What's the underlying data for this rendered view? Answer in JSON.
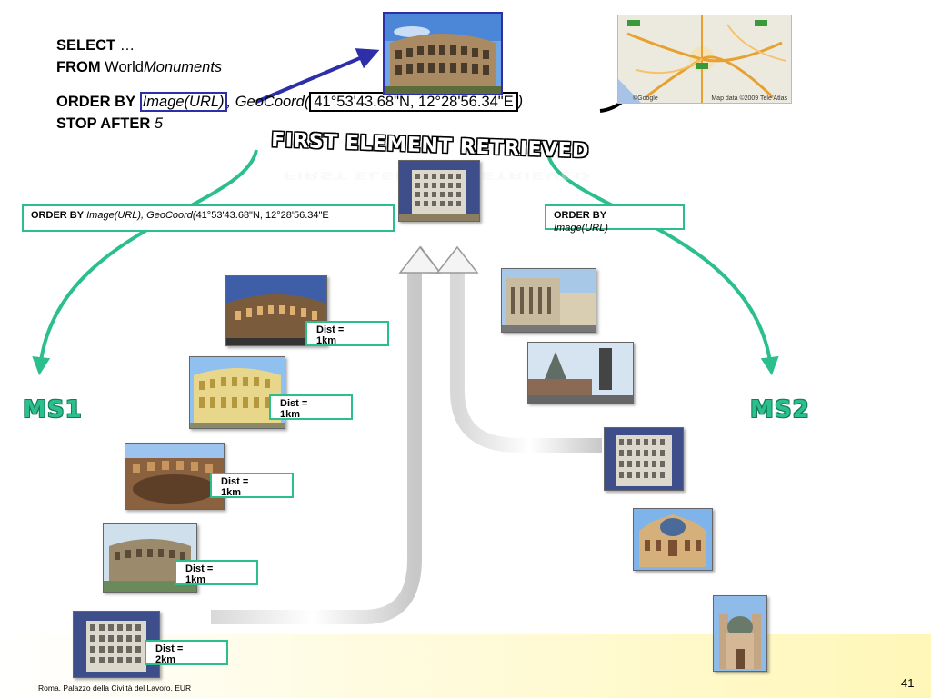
{
  "query": {
    "select_kw": "SELECT",
    "select_val": "…",
    "from_kw": "FROM",
    "from_val_plain": "World",
    "from_val_italic": "Monuments",
    "orderby_kw": "ORDER BY",
    "orderby_url": "Image(URL)",
    "orderby_sep": ", ",
    "orderby_geo": "GeoCoord",
    "orderby_open": "(",
    "orderby_coord": "41°53'43.68\"N, 12°28'56.34\"E",
    "orderby_close": ")",
    "stop_kw": "STOP AFTER",
    "stop_val": "5"
  },
  "map": {
    "google": "©Google",
    "credit": "Map data ©2009 Tele Atlas"
  },
  "headline": "FIRST ELEMENT RETRIEVED",
  "ms1": {
    "label": "MS1",
    "order_kw": "ORDER BY",
    "order_func": "Image(URL), GeoCoord(",
    "order_coord": "41°53'43.68\"N, 12°28'56.34\"E",
    "results": [
      {
        "dist_label": "Dist =",
        "dist_value": "1km"
      },
      {
        "dist_label": "Dist =",
        "dist_value": "1km"
      },
      {
        "dist_label": "Dist =",
        "dist_value": "1km"
      },
      {
        "dist_label": "Dist =",
        "dist_value": "1km"
      },
      {
        "dist_label": "Dist =",
        "dist_value": "2km"
      }
    ]
  },
  "ms2": {
    "label": "MS2",
    "order_kw": "ORDER BY",
    "order_func": "Image(URL)"
  },
  "footer": {
    "caption": "Roma. Palazzo della Civiltà del Lavoro. EUR",
    "page_number": "41"
  },
  "colors": {
    "accent_green": "#2bbf8e",
    "query_box_blue": "#2c2fa8",
    "arrow_blue": "#2c2fa8"
  }
}
